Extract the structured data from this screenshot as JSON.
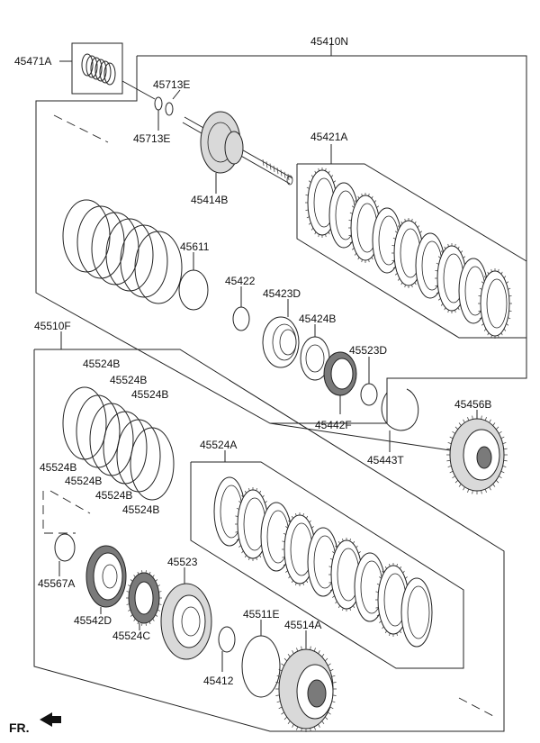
{
  "diagram": {
    "orientation_label": "FR.",
    "parts": [
      {
        "id": "p45471A",
        "label": "45471A"
      },
      {
        "id": "p45410N",
        "label": "45410N"
      },
      {
        "id": "p45713E_a",
        "label": "45713E"
      },
      {
        "id": "p45713E_b",
        "label": "45713E"
      },
      {
        "id": "p45414B",
        "label": "45414B"
      },
      {
        "id": "p45421A",
        "label": "45421A"
      },
      {
        "id": "p45611",
        "label": "45611"
      },
      {
        "id": "p45422",
        "label": "45422"
      },
      {
        "id": "p45423D",
        "label": "45423D"
      },
      {
        "id": "p45424B",
        "label": "45424B"
      },
      {
        "id": "p45523D",
        "label": "45523D"
      },
      {
        "id": "p45442F",
        "label": "45442F"
      },
      {
        "id": "p45443T",
        "label": "45443T"
      },
      {
        "id": "p45456B",
        "label": "45456B"
      },
      {
        "id": "p45510F",
        "label": "45510F"
      },
      {
        "id": "p45524B_1",
        "label": "45524B"
      },
      {
        "id": "p45524B_2",
        "label": "45524B"
      },
      {
        "id": "p45524B_3",
        "label": "45524B"
      },
      {
        "id": "p45524B_4",
        "label": "45524B"
      },
      {
        "id": "p45524B_5",
        "label": "45524B"
      },
      {
        "id": "p45524B_6",
        "label": "45524B"
      },
      {
        "id": "p45524B_7",
        "label": "45524B"
      },
      {
        "id": "p45524A",
        "label": "45524A"
      },
      {
        "id": "p45567A",
        "label": "45567A"
      },
      {
        "id": "p45542D",
        "label": "45542D"
      },
      {
        "id": "p45523",
        "label": "45523"
      },
      {
        "id": "p45524C",
        "label": "45524C"
      },
      {
        "id": "p45511E",
        "label": "45511E"
      },
      {
        "id": "p45514A",
        "label": "45514A"
      },
      {
        "id": "p45412",
        "label": "45412"
      }
    ]
  }
}
